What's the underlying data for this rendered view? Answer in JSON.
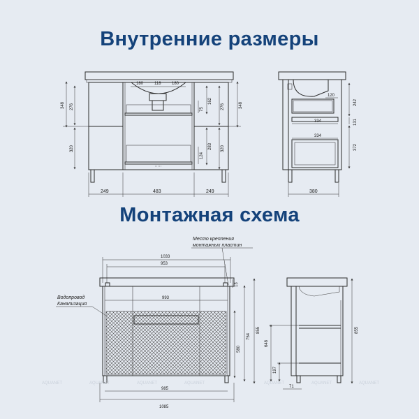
{
  "titles": {
    "internal": "Внутренние размеры",
    "mounting": "Монтажная схема"
  },
  "internal_front": {
    "top_widths": [
      "180",
      "118",
      "180"
    ],
    "left_heights": [
      "348",
      "276",
      "320"
    ],
    "right_heights": [
      "348",
      "276",
      "320"
    ],
    "center_heights": [
      "75",
      "162",
      "124",
      "283"
    ],
    "bottom_widths": [
      "249",
      "483",
      "249"
    ]
  },
  "internal_side": {
    "widths": [
      "120",
      "334",
      "334",
      "380"
    ],
    "right_heights": [
      "242",
      "131",
      "372"
    ]
  },
  "mounting_front": {
    "plate_label_line1": "Место крепления",
    "plate_label_line2": "монтажных пластин",
    "water_label_line1": "Водопровод",
    "water_label_line2": "Канализация",
    "widths_top": [
      "1033",
      "953",
      "993"
    ],
    "widths_bottom": [
      "985",
      "1085"
    ],
    "heights": [
      "13",
      "754",
      "855",
      "580"
    ]
  },
  "mounting_side": {
    "heights": [
      "648",
      "197",
      "855"
    ],
    "bottom_width": "71"
  },
  "watermark": "AQUANET"
}
